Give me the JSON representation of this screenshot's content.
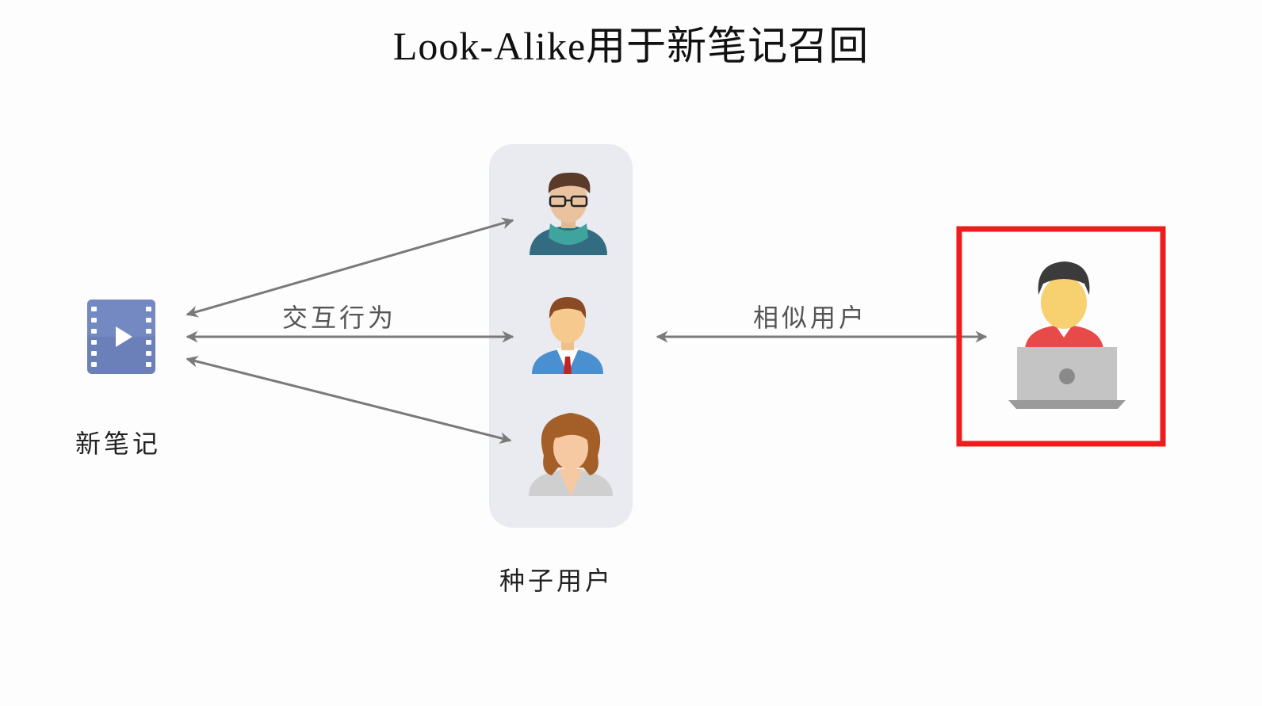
{
  "title": "Look-Alike用于新笔记召回",
  "nodes": {
    "new_note": {
      "label": "新笔记",
      "icon": "video-file-icon"
    },
    "seed_users": {
      "label": "种子用户",
      "users": [
        {
          "icon": "user-glasses-scarf-icon"
        },
        {
          "icon": "user-businessman-icon"
        },
        {
          "icon": "user-woman-icon"
        }
      ]
    },
    "target_user": {
      "icon": "user-laptop-icon",
      "highlight_color": "#ee1c1c"
    }
  },
  "edges": {
    "interaction": {
      "label": "交互行为"
    },
    "similar": {
      "label": "相似用户"
    }
  },
  "colors": {
    "arrow": "#7a7a7a",
    "seed_panel": "#e9ebf0",
    "video_icon": "#6b7fb8",
    "highlight": "#ee1c1c"
  }
}
